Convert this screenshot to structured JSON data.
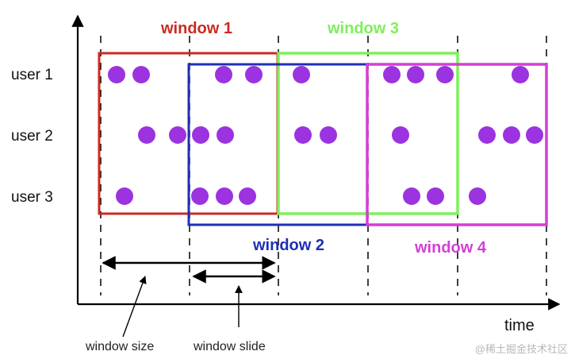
{
  "users": [
    {
      "label": "user 1"
    },
    {
      "label": "user 2"
    },
    {
      "label": "user 3"
    }
  ],
  "windows": [
    {
      "label": "window 1",
      "color": "#cc2a22"
    },
    {
      "label": "window 2",
      "color": "#1f2fb4"
    },
    {
      "label": "window 3",
      "color": "#7ef05a"
    },
    {
      "label": "window 4",
      "color": "#d43fd4"
    }
  ],
  "event_color": "#9b33e0",
  "time_label": "time",
  "window_size_label": "window size",
  "window_slide_label": "window slide",
  "watermark": "@稀土掘金技术社区"
}
